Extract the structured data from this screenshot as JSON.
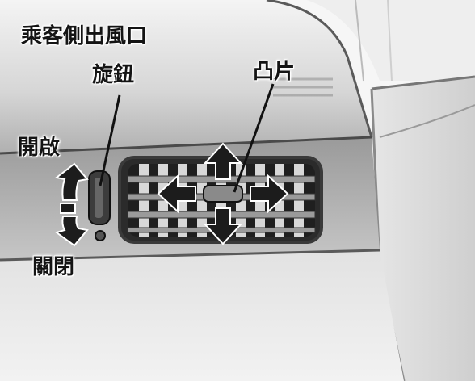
{
  "title": "乘客側出風口",
  "labels": {
    "knob": "旋鈕",
    "fin": "凸片",
    "open": "開啟",
    "close": "關閉"
  },
  "colors": {
    "dashboard_light": "#ececec",
    "dashboard_mid": "#c4c4c4",
    "dashboard_dark": "#6e6e6e",
    "vent_dark": "#222222",
    "slat_light": "#dcdcdc",
    "arrow_fill": "#1c1c1c",
    "text": "#141414"
  },
  "icons": {
    "vertical_arrows": "double-headed-vertical-arrow-icon",
    "horizontal_arrows": "double-headed-horizontal-arrow-icon",
    "knob_rotation": "rotation-arrow-icon"
  }
}
